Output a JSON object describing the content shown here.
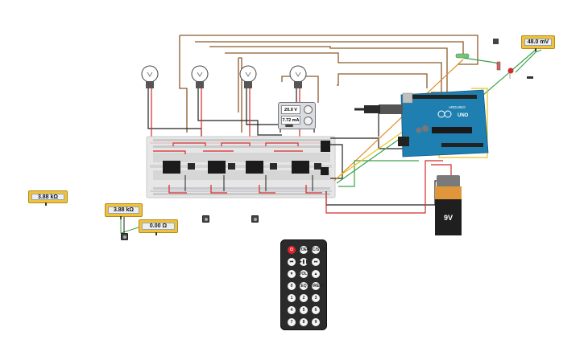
{
  "colors": {
    "wire_red": "#d42a2a",
    "wire_black": "#222222",
    "wire_brown": "#8b5a2b",
    "wire_green": "#3aa24a",
    "wire_orange": "#e08a1e",
    "wire_yellow": "#e8c21a",
    "breadboard": "#e6e6e6",
    "arduino_blue": "#1f7fb0",
    "meter_yellow": "#f0c23c"
  },
  "meters": [
    {
      "label": "48.0 mV"
    },
    {
      "label": "3.88 kΩ"
    },
    {
      "label": "3.88 kΩ"
    },
    {
      "label": "0.00 Ω"
    }
  ],
  "power_supply": {
    "voltage": "20.0 V",
    "current": "7.72 mA"
  },
  "battery": {
    "label": "9V"
  },
  "arduino": {
    "brand": "ARDUINO",
    "model": "UNO"
  },
  "remote": {
    "buttons": [
      "",
      "VOL+",
      "FUNC/STOP",
      "⏮",
      "▶❚❚",
      "⏭",
      "▼",
      "VOL-",
      "▲",
      "0",
      "EQ",
      "ST/REPT",
      "1",
      "2",
      "3",
      "4",
      "5",
      "6",
      "7",
      "8",
      "9"
    ]
  },
  "bulbs": 4,
  "relays": 4
}
